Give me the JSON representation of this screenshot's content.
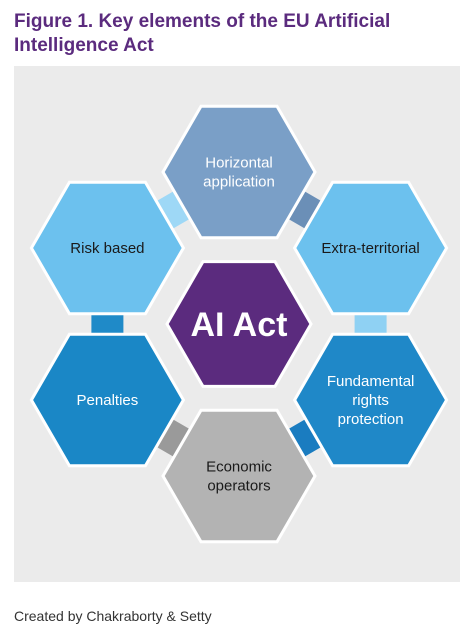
{
  "figure": {
    "title_line1": "Figure 1. Key elements of the EU Artificial",
    "title_line2": "Intelligence Act",
    "credit": "Created by Chakraborty & Setty"
  },
  "center": {
    "label": "AI Act",
    "color": "#5b2b7e"
  },
  "elements": [
    {
      "lines": [
        "Horizontal",
        "application"
      ],
      "color": "#7a9fc7",
      "text_color": "#ffffff"
    },
    {
      "lines": [
        "Extra-territorial"
      ],
      "color": "#6cc1ee",
      "text_color": "#1a1a1a"
    },
    {
      "lines": [
        "Fundamental",
        "rights",
        "protection"
      ],
      "color": "#1f88c8",
      "text_color": "#ffffff"
    },
    {
      "lines": [
        "Economic",
        "operators"
      ],
      "color": "#b3b3b3",
      "text_color": "#1a1a1a"
    },
    {
      "lines": [
        "Penalties"
      ],
      "color": "#1a87c6",
      "text_color": "#ffffff"
    },
    {
      "lines": [
        "Risk based"
      ],
      "color": "#6cc1ee",
      "text_color": "#1a1a1a"
    }
  ],
  "connectors": [
    {
      "color": "#6b8fb7"
    },
    {
      "color": "#8fd1f3"
    },
    {
      "color": "#1a7cc0"
    },
    {
      "color": "#9a9a9a"
    },
    {
      "color": "#1f8ac8"
    },
    {
      "color": "#9ed8f6"
    }
  ]
}
